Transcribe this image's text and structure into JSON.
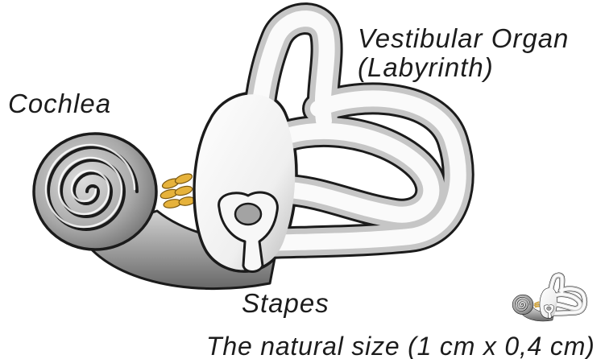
{
  "labels": {
    "vestibular_organ": "Vestibular Organ",
    "labyrinth": "(Labyrinth)",
    "cochlea": "Cochlea",
    "stapes": "Stapes",
    "natural_size_caption": "The natural size (1 cm x 0,4 cm)"
  }
}
